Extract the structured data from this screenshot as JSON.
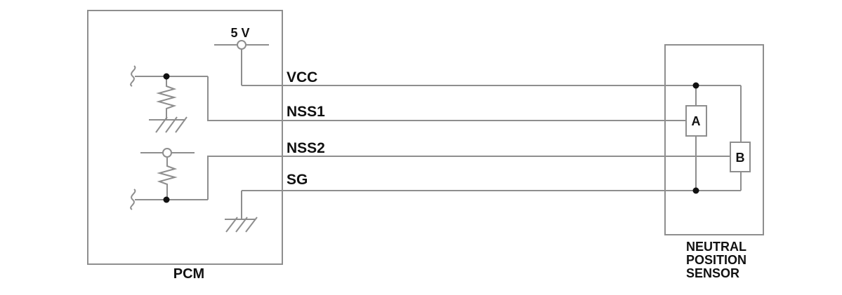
{
  "colors": {
    "background": "#ffffff",
    "wire": "#8e8e8e",
    "ink": "#111111"
  },
  "pcm": {
    "label": "PCM",
    "supply_label": "5 V"
  },
  "signals": {
    "vcc": "VCC",
    "nss1": "NSS1",
    "nss2": "NSS2",
    "sg": "SG"
  },
  "sensor": {
    "label_lines": [
      "NEUTRAL",
      "POSITION",
      "SENSOR"
    ],
    "component_a": "A",
    "component_b": "B"
  }
}
